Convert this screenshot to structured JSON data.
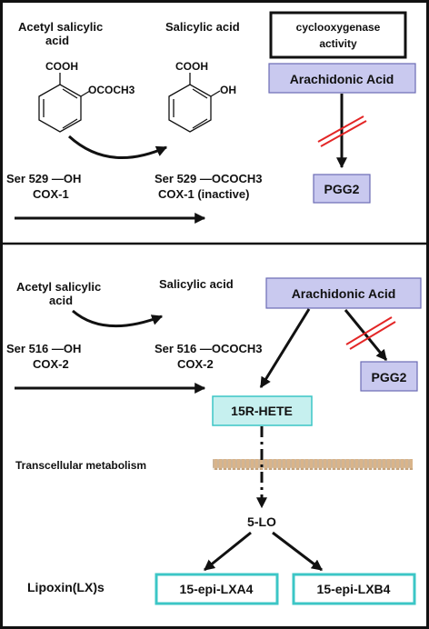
{
  "panel_top": {
    "acetyl_line1": "Acetyl salicylic",
    "acetyl_line2": "acid",
    "salicylic": "Salicylic acid",
    "cooh_left": "COOH",
    "ococh3_left": "OCOCH3",
    "cooh_right": "COOH",
    "oh_right": "OH",
    "cox_activity_line1": "cyclooxygenase",
    "cox_activity_line2": "activity",
    "arachidonic": "Arachidonic Acid",
    "pgg2": "PGG2",
    "ser_left": "Ser 529 —OH",
    "cox_left": "COX-1",
    "ser_right": "Ser 529 —OCOCH3",
    "cox_right": "COX-1 (inactive)"
  },
  "panel_bottom": {
    "acetyl_line1": "Acetyl salicylic",
    "acetyl_line2": "acid",
    "salicylic": "Salicylic acid",
    "arachidonic": "Arachidonic Acid",
    "ser_left": "Ser 516 —OH",
    "cox_left": "COX-2",
    "ser_right": "Ser 516 —OCOCH3",
    "cox_right": "COX-2",
    "pgg2": "PGG2",
    "hete": "15R-HETE",
    "transcellular": "Transcellular metabolism",
    "lo": "5-LO",
    "lipoxins": "Lipoxin(LX)s",
    "lxa4": "15-epi-LXA4",
    "lxb4": "15-epi-LXB4"
  },
  "colors": {
    "purple_fill": "#c9c9ef",
    "cyan_border": "#3cc6c6",
    "membrane": "#d9b48a",
    "block_mark": "#e32626"
  }
}
